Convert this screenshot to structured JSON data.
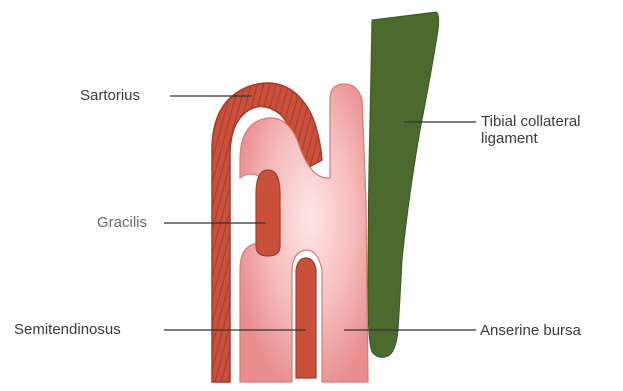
{
  "labels": {
    "sartorius": "Sartorius",
    "gracilis": "Gracilis",
    "semitendinosus": "Semitendinosus",
    "anserine_bursa": "Anserine bursa",
    "tibial_collateral_line1": "Tibial collateral",
    "tibial_collateral_line2": "ligament"
  },
  "colors": {
    "muscle_red": "#c9503a",
    "muscle_red_dark": "#a83a28",
    "bursa_pink": "#f0a4a4",
    "bursa_highlight": "#fde6e6",
    "ligament_green": "#4a6a2e",
    "leader_line": "#333333"
  }
}
